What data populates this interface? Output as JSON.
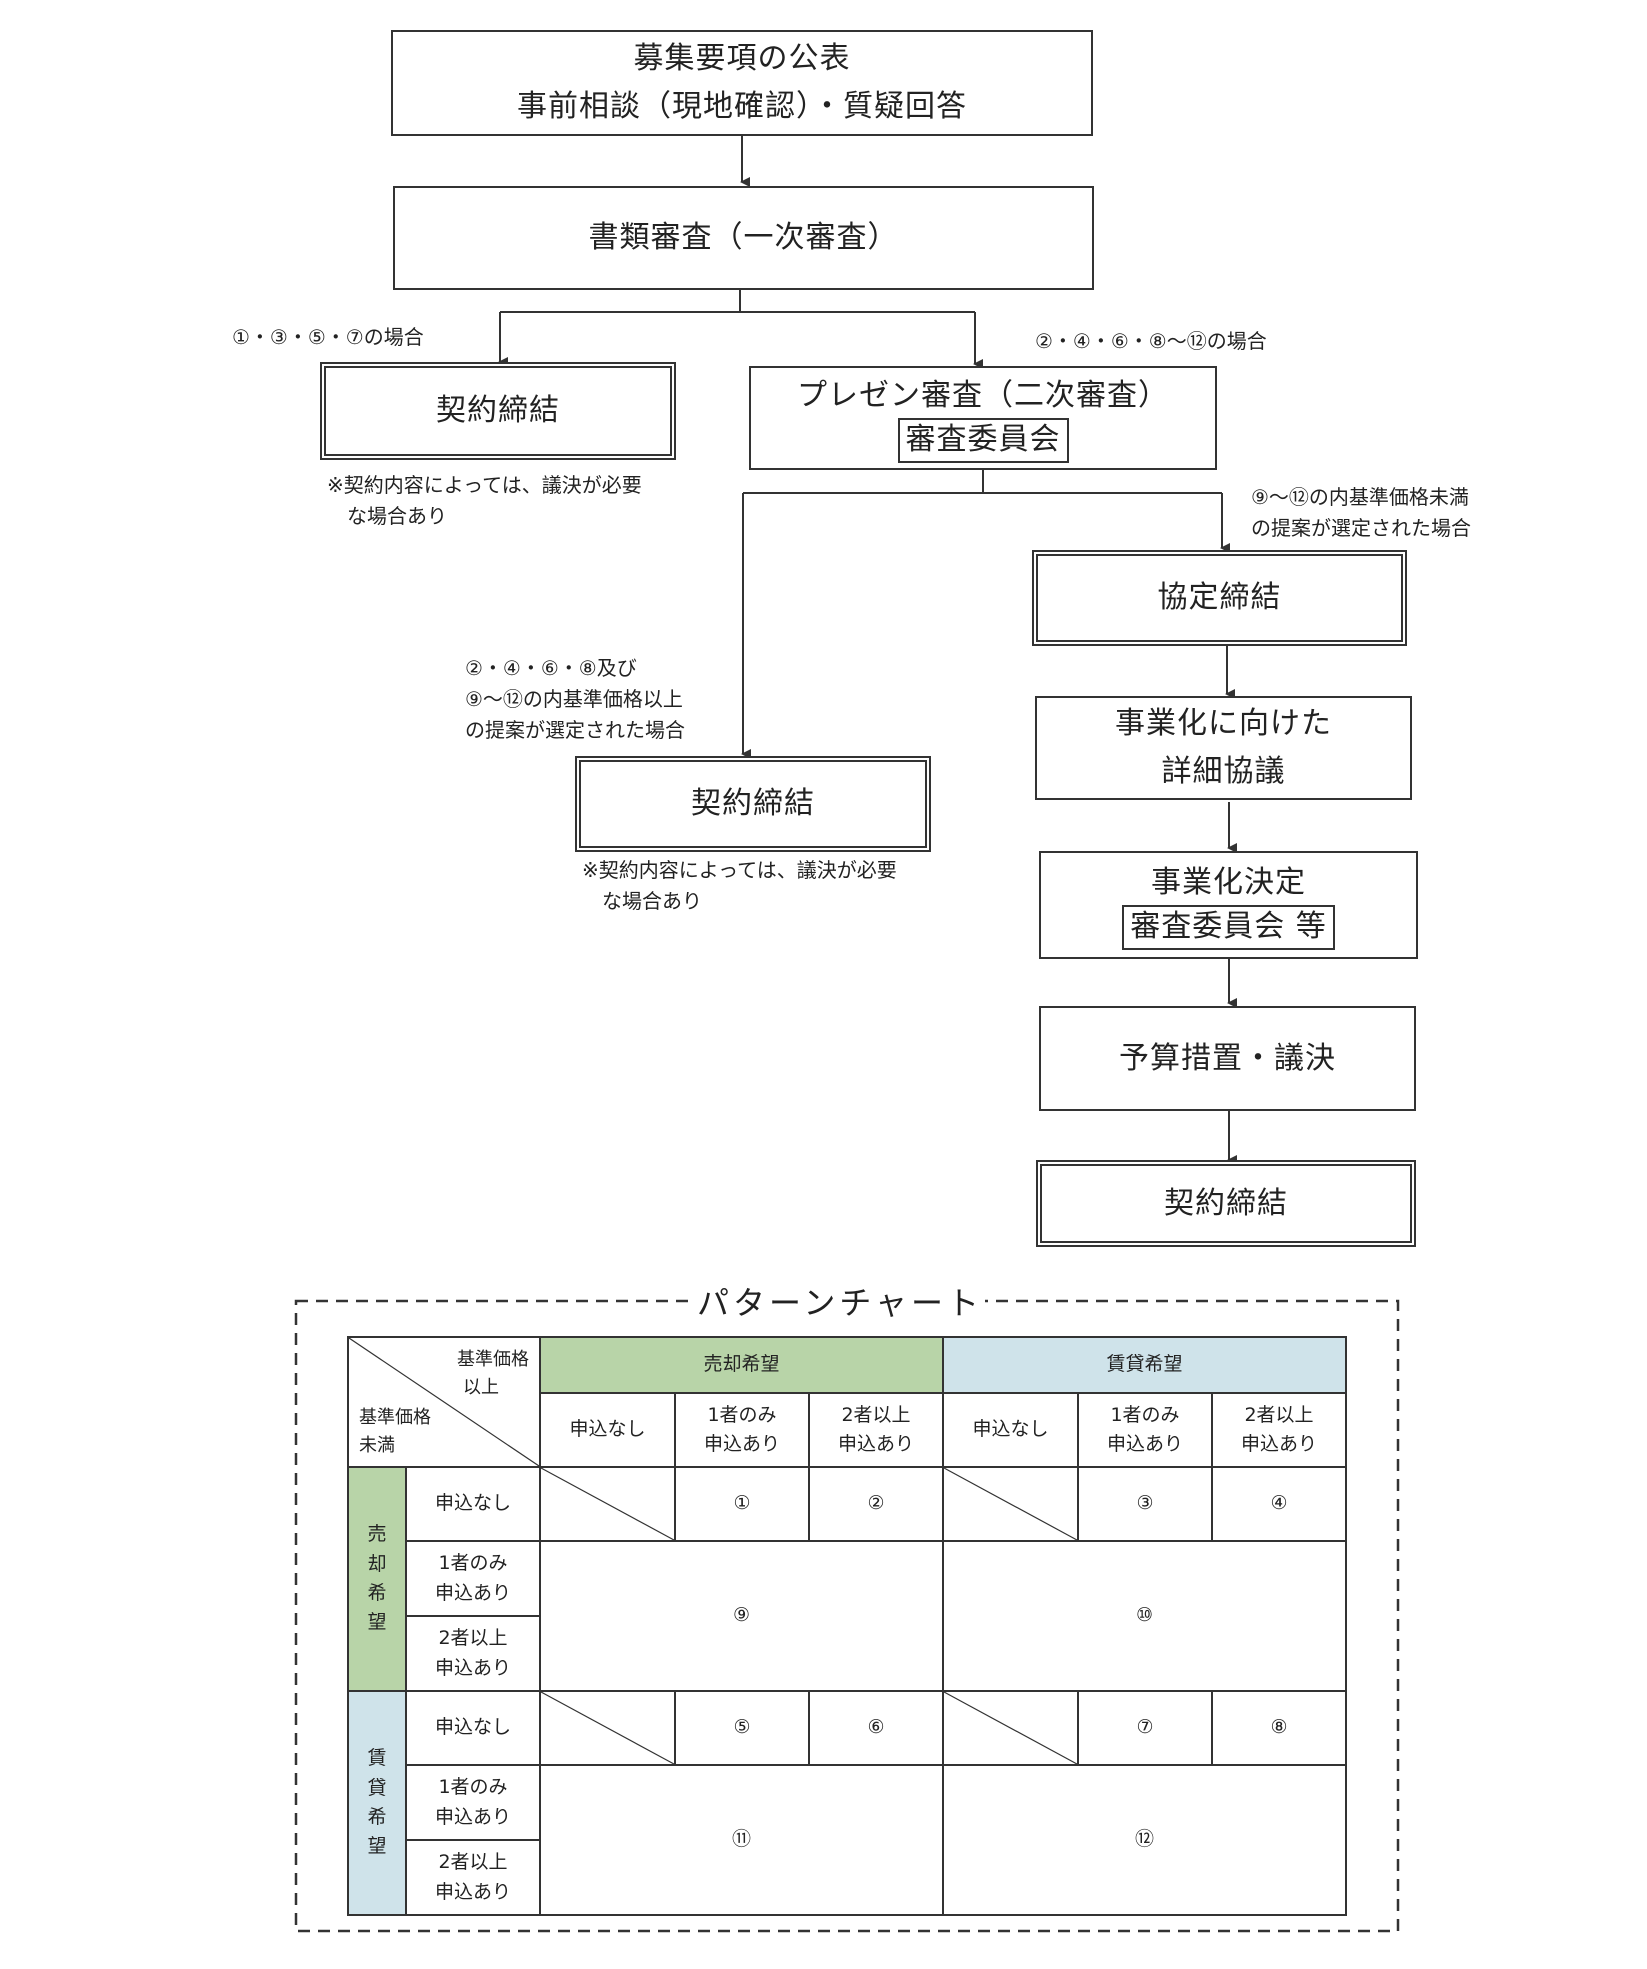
{
  "flow": {
    "step1_line1": "募集要項の公表",
    "step1_line2": "事前相談（現地確認）・質疑回答",
    "step2": "書類審査（一次審査）",
    "branch_left_label": "①・③・⑤・⑦の場合",
    "branch_right_label": "②・④・⑥・⑧～⑫の場合",
    "contract_label": "契約締結",
    "note_line1": "※契約内容によっては、議決が必要",
    "note_line2": "な場合あり",
    "presentation_line1": "プレゼン審査（二次審査）",
    "committee": "審査委員会",
    "right_branch_line1": "⑨～⑫の内基準価格未満",
    "right_branch_line2": "の提案が選定された場合",
    "mid_branch_line1": "②・④・⑥・⑧及び",
    "mid_branch_line2": "⑨～⑫の内基準価格以上",
    "mid_branch_line3": "の提案が選定された場合",
    "agreement": "協定締結",
    "detail_line1": "事業化に向けた",
    "detail_line2": "詳細協議",
    "decision_line1": "事業化決定",
    "decision_line2": "審査委員会 等",
    "budget": "予算措置・議決"
  },
  "pattern_chart": {
    "title": "パターンチャート",
    "corner_top_line1": "基準価格",
    "corner_top_line2": "以上",
    "corner_bottom_line1": "基準価格",
    "corner_bottom_line2": "未満",
    "group_sale": "売却希望",
    "group_lease": "賃貸希望",
    "col_none": "申込なし",
    "col_one_line1": "1者のみ",
    "col_one_line2": "申込あり",
    "col_two_line1": "2者以上",
    "col_two_line2": "申込あり",
    "row_sale_chars": [
      "売",
      "却",
      "希",
      "望"
    ],
    "row_lease_chars": [
      "賃",
      "貸",
      "希",
      "望"
    ],
    "cells": {
      "p1": "①",
      "p2": "②",
      "p3": "③",
      "p4": "④",
      "p5": "⑤",
      "p6": "⑥",
      "p7": "⑦",
      "p8": "⑧",
      "p9": "⑨",
      "p10": "⑩",
      "p11": "⑪",
      "p12": "⑫"
    },
    "colors": {
      "sale_header": "#b8d4a8",
      "lease_header": "#cfe3ea"
    }
  }
}
